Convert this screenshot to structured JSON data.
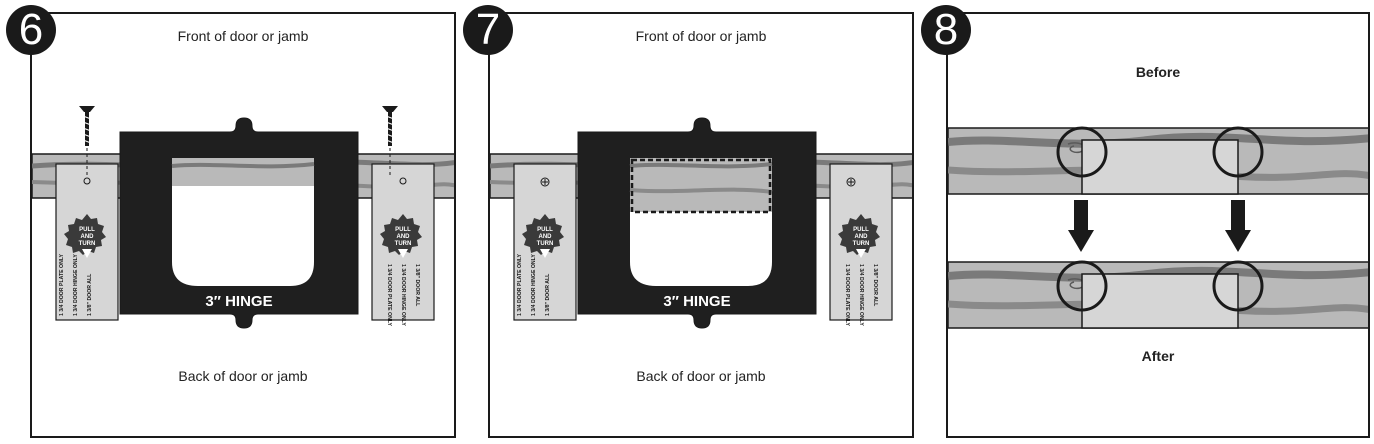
{
  "steps": [
    {
      "number": "6",
      "top_caption": "Front of door or jamb",
      "bottom_caption": "Back of door or jamb",
      "hinge_label": "3″ HINGE",
      "dial_label": [
        "PULL",
        "AND",
        "TURN"
      ],
      "side_marks": [
        "1 3/4 DOOR PLATE ONLY",
        "1 3/4 DOOR HINGE ONLY",
        "1 3/8\" DOOR ALL"
      ],
      "side_marks_right": [
        "1 3/8\" DOOR ALL",
        "1 3/4 DOOR HINGE ONLY",
        "1 3/4 DOOR PLATE ONLY"
      ]
    },
    {
      "number": "7",
      "top_caption": "Front of door or jamb",
      "bottom_caption": "Back of door or jamb",
      "hinge_label": "3″ HINGE",
      "dial_label": [
        "PULL",
        "AND",
        "TURN"
      ],
      "side_marks": [
        "1 3/4 DOOR PLATE ONLY",
        "1 3/4 DOOR HINGE ONLY",
        "1 3/8\" DOOR ALL"
      ],
      "side_marks_right": [
        "1 3/8\" DOOR ALL",
        "1 3/4 DOOR HINGE ONLY",
        "1 3/4 DOOR PLATE ONLY"
      ]
    },
    {
      "number": "8",
      "before_label": "Before",
      "after_label": "After"
    }
  ],
  "colors": {
    "ink": "#1a1a1a",
    "wood_light": "#b9b9b9",
    "wood_dark": "#7a7a7a",
    "plate": "#d6d6d6",
    "template": "#1f1f1f"
  }
}
